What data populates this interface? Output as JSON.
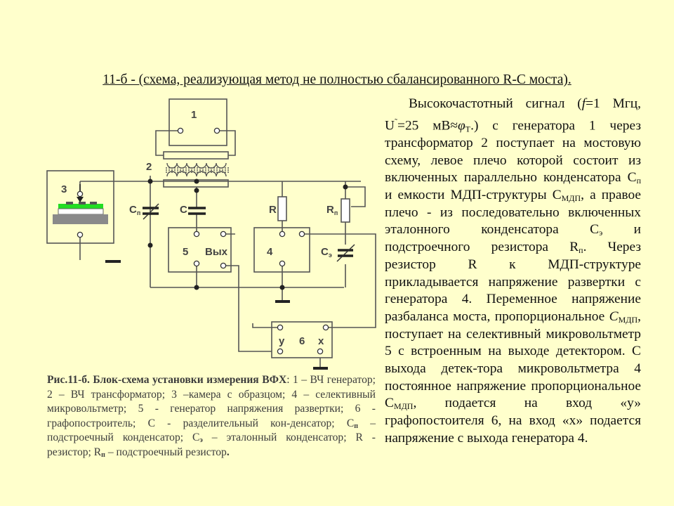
{
  "heading": "11-б - (схема, реализующая метод не полностью сбалансированного R-C моста).",
  "body": {
    "t1": "Высокочастотный сигнал (",
    "f": "f",
    "t2": "=1 Мгц, U",
    "tilde": "˜",
    "t3": "=25 мВ≈",
    "phi": "φ",
    "phi_sub": "T",
    "t4": ".) с генератора 1 через трансформатор 2 поступает на мостовую схему, левое плечо которой состоит из включенных параллельно конденсатора С",
    "cp_sub": "п",
    "t5": " и емкости МДП-структуры С",
    "mdp_sub1": "МДП",
    "t6": ", а правое плечо - из последовательно включенных эталонного конденсатора С",
    "ce_sub": "э",
    "t7": " и подстроечного резистора R",
    "rp_sub": "п",
    "t8": ". Через резистор R к МДП-структуре прикладывается напряжение развертки с генератора 4. Переменное напряжение разбаланса моста, пропорциональное ",
    "cmdp": "С",
    "mdp_sub2": "МДП",
    "t9": ", поступает на селективный микровольтметр 5 с встроенным на выходе детектором. С выхода детек-тора микровольтметра 4 постоянное напряжение пропорциональное С",
    "mdp_sub3": "МДП",
    "t10": ", подается на вход «у» графопостоителя 6, на вход «х» подается напряжение с выхода генератора 4."
  },
  "caption": {
    "c1": "Рис.11-б. Блок-схема установки измерения ВФХ",
    "c2": ": 1 – ВЧ генератор; 2 – ВЧ трансформатор; 3 –камера с образцом; 4 – селективный микровольтметр; 5 - генератор напряжения развертки; 6 - графопостроитель; С - разделительный кон-денсатор; С",
    "c2_sub": "п",
    "c3": " – подстроечный конденсатор; С",
    "c3_sub": "э",
    "c4": " – эталонный конденсатор; R - резистор; R",
    "c4_sub": "п",
    "c5": " – подстроечный резистор",
    "c6": "."
  },
  "diagram": {
    "block1": "1",
    "block2": "2",
    "block3": "3",
    "block4": "4",
    "block5": "5",
    "block5_out": "Вых",
    "block6": "6",
    "in_y": "у",
    "in_x": "х",
    "cp": "С",
    "cp_sub": "п",
    "c": "С",
    "r": "R",
    "rp": "R",
    "rp_sub": "п",
    "ce": "С",
    "ce_sub": "э"
  },
  "colors": {
    "background": "#ffffcc",
    "wire": "#555555",
    "sample_green": "#22dd22",
    "sample_gray": "#8a8a8a"
  }
}
